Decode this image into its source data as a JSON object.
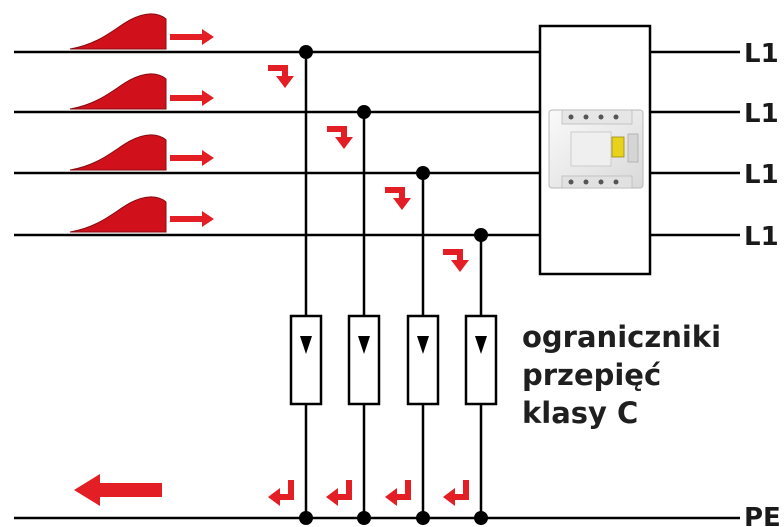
{
  "lines": [
    {
      "label": "L1"
    },
    {
      "label": "L1"
    },
    {
      "label": "L1"
    },
    {
      "label": "L1"
    }
  ],
  "pe_label": "PE",
  "caption": {
    "line1": "ograniczniki",
    "line2": "przepięć",
    "line3": "klasy C"
  },
  "colors": {
    "wire": "#000000",
    "surge": "#d0111b",
    "arrow": "#e31e24",
    "device_body": "#f0f0f0"
  },
  "icons": {
    "surge_wave": "surge-wave-icon",
    "current_arrow": "right-arrow-icon",
    "return_arrow": "left-arrow-icon",
    "device": "rcd-device-icon"
  }
}
